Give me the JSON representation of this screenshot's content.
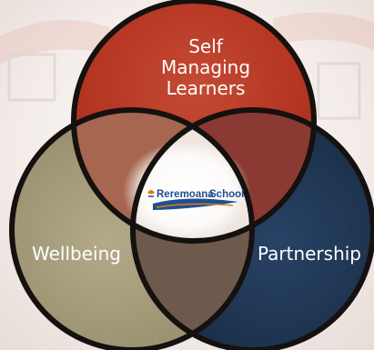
{
  "diagram": {
    "type": "venn",
    "circles": [
      {
        "id": "self-managing-learners",
        "label_lines": [
          "Self",
          "Managing",
          "Learners"
        ],
        "color": "#b73a26"
      },
      {
        "id": "wellbeing",
        "label_lines": [
          "Wellbeing"
        ],
        "color": "#a39a7a"
      },
      {
        "id": "partnership",
        "label_lines": [
          "Partnership"
        ],
        "color": "#1f3550"
      }
    ],
    "center_logo": {
      "name": "Reremoana School",
      "name_part1": "Reremoana",
      "name_part2": "School"
    }
  },
  "colors": {
    "outline": "#15110f",
    "background": "#f2ece8",
    "logo_blue": "#1f4f8f",
    "logo_orange": "#e07a1a"
  }
}
